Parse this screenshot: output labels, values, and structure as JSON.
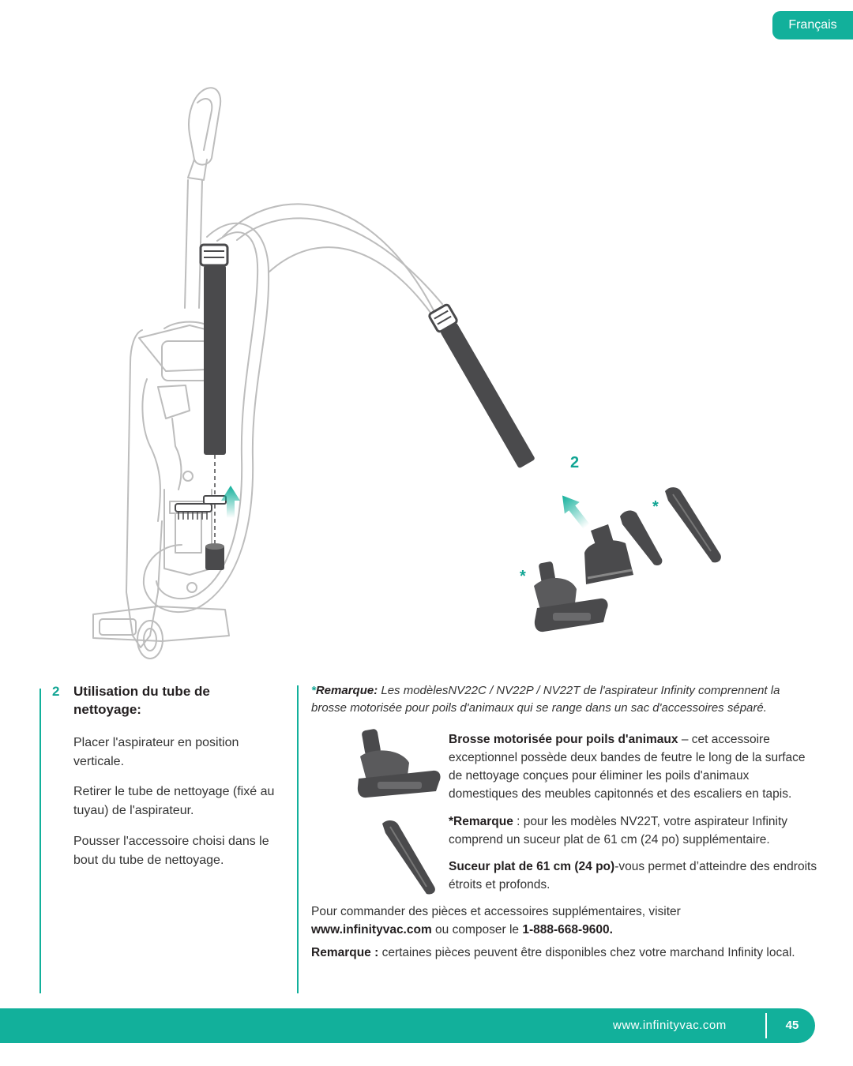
{
  "header": {
    "language_tab": "Français"
  },
  "illustration": {
    "label_step": "2",
    "label_star_1": "*",
    "label_star_2": "*"
  },
  "step": {
    "number": "2",
    "title": "Utilisation du tube de nettoyage:",
    "paragraphs": [
      "Placer l'aspirateur en position verticale.",
      "Retirer le tube de nettoyage (fixé au tuyau) de l'aspirateur.",
      "Pousser l'accessoire choisi dans le bout du tube de nettoyage."
    ]
  },
  "note_top": {
    "star": "*",
    "label": "Remarque:",
    "text": " Les modèlesNV22C / NV22P / NV22T  de l'aspirateur Infinity comprennent la brosse motorisée pour poils d'animaux qui se range dans un sac d'accessoires séparé."
  },
  "pet_brush": {
    "title": "Brosse motorisée pour poils d'animaux",
    "text": " – cet accessoire exceptionnel possède deux bandes de feutre le long de la surface de nettoyage conçues pour éliminer les poils d'animaux domestiques des meubles capitonnés et des escaliers en tapis."
  },
  "note_nv22t": {
    "label": "*Remarque",
    "text": " : pour les modèles NV22T, votre aspirateur Infinity comprend un suceur plat de 61 cm (24 po) supplémentaire."
  },
  "crevice": {
    "title": "Suceur plat de 61 cm (24 po)",
    "text": "-vous permet d’atteindre des endroits étroits et profonds."
  },
  "order": {
    "text_1": "Pour commander des pièces et accessoires supplémentaires, visiter ",
    "website": "www.infinityvac.com",
    "text_2": " ou composer le ",
    "phone": "1-888-668-9600."
  },
  "dealer_note": {
    "label": "Remarque :",
    "text": " certaines pièces peuvent être disponibles chez votre marchand Infinity local."
  },
  "footer": {
    "url": "www.infinityvac.com",
    "page_number": "45"
  },
  "colors": {
    "accent": "#12b09b",
    "text": "#231f20",
    "tube": "#4a4a4c"
  }
}
